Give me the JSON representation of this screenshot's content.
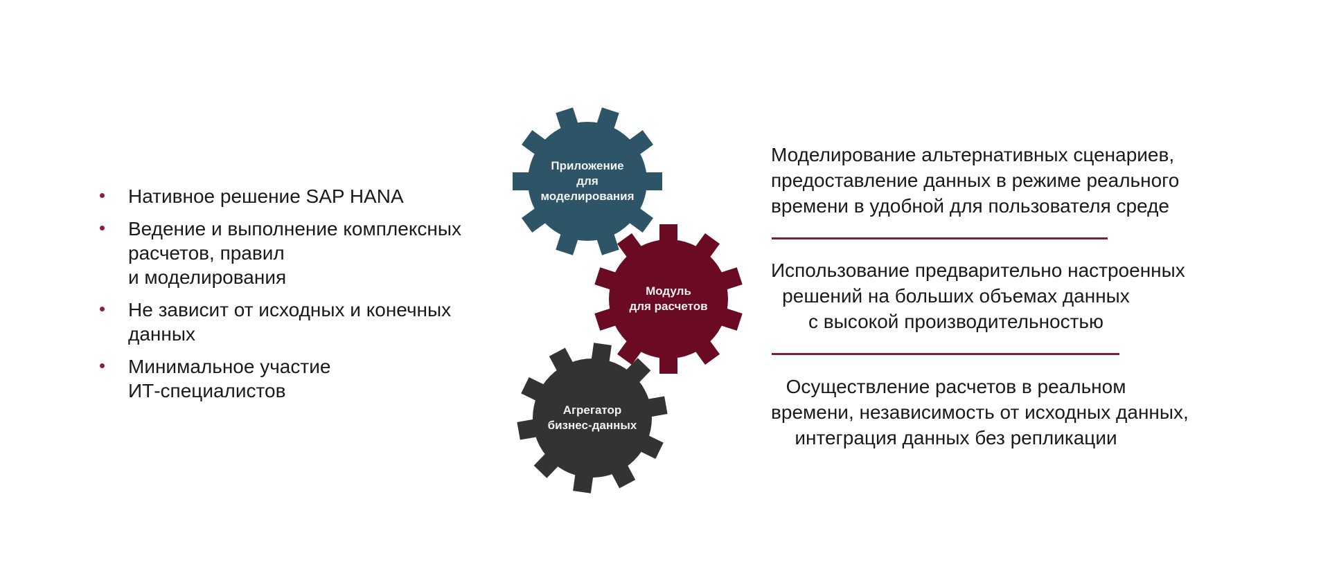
{
  "colors": {
    "accent": "#7a1e3e",
    "bullet": "#8a1e45",
    "gear_teal": "#2d5567",
    "gear_maroon": "#6a0a23",
    "gear_dark": "#333333",
    "text": "#1a1a1a",
    "gear_text": "#f2f2f2"
  },
  "left_list": {
    "items": [
      {
        "lines": [
          "Нативное решение SAP HANA"
        ]
      },
      {
        "lines": [
          "Ведение и выполнение комплексных",
          "расчетов, правил",
          "и моделирования"
        ]
      },
      {
        "lines": [
          "Не зависит от исходных и конечных",
          "данных"
        ]
      },
      {
        "lines": [
          "Минимальное участие",
          "ИТ-специалистов"
        ]
      }
    ]
  },
  "gears": [
    {
      "name": "modeling-app",
      "color": "teal",
      "lines": [
        "Приложение",
        "для",
        "моделирования"
      ]
    },
    {
      "name": "calc-module",
      "color": "maroon",
      "lines": [
        "Модуль",
        "для расчетов"
      ]
    },
    {
      "name": "business-data-aggregator",
      "color": "dark",
      "lines": [
        "Агрегатор",
        "бизнес-данных"
      ]
    }
  ],
  "descriptions": [
    {
      "lines": [
        "Моделирование альтернативных сценариев,",
        "предоставление данных в режиме реального",
        "времени в удобной для пользователя среде"
      ]
    },
    {
      "lines": [
        "Использование предварительно настроенных",
        "решений на больших объемах данных",
        "с высокой производительностью"
      ]
    },
    {
      "lines": [
        "Осуществление расчетов в реальном",
        "времени, независимость от исходных данных,",
        "интеграция данных без репликации"
      ]
    }
  ]
}
